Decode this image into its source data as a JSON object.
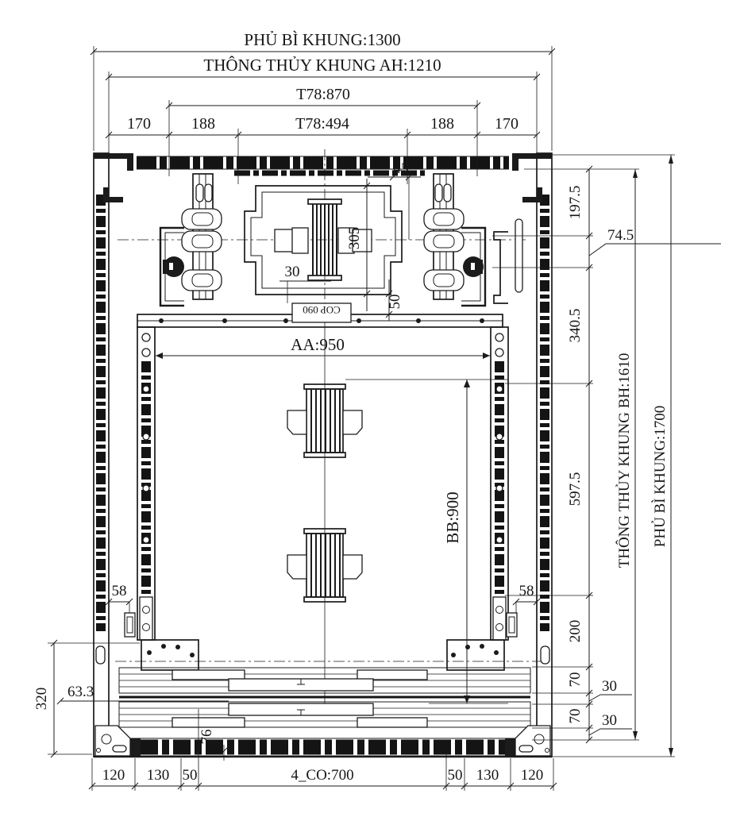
{
  "drawing": {
    "background": "#ffffff",
    "ink": "#1b1b1b",
    "top": {
      "outer": "PHỦ BÌ KHUNG:1300",
      "clear": "THÔNG THỦY KHUNG AH:1210",
      "t78_870": "T78:870",
      "row": [
        "170",
        "188",
        "T78:494",
        "188",
        "170"
      ]
    },
    "right": {
      "seg_197_5": "197.5",
      "leader_74_5": "74.5",
      "seg_340_5": "340.5",
      "seg_597_5": "597.5",
      "seg_200": "200",
      "seg_70a": "70",
      "leader_30a": "30",
      "seg_70b": "70",
      "leader_30b": "30",
      "clear_height": "THÔNG THỦY KHUNG BH:1610",
      "outer_height": "PHỦ BÌ KHUNG:1700"
    },
    "center": {
      "d45": "45",
      "d305": "305",
      "d30": "30",
      "d50": "50",
      "cop": "COP 090",
      "aa": "AA:950",
      "bb": "BB:900"
    },
    "left": {
      "d58_left": "58",
      "d58_right": "58",
      "d320": "320",
      "d63_3": "63.3",
      "d76": "76"
    },
    "bottom": {
      "row": [
        "120",
        "130",
        "50",
        "4_CO:700",
        "50",
        "130",
        "120"
      ]
    }
  }
}
